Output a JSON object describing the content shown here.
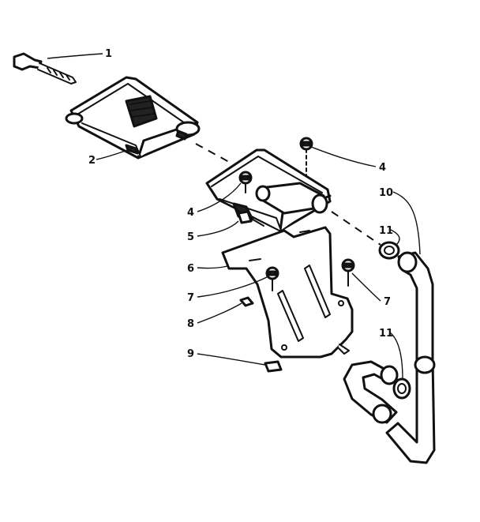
{
  "callouts": [
    {
      "id": "1",
      "label": "1"
    },
    {
      "id": "2",
      "label": "2"
    },
    {
      "id": "4a",
      "label": "4"
    },
    {
      "id": "4b",
      "label": "4"
    },
    {
      "id": "5",
      "label": "5"
    },
    {
      "id": "6",
      "label": "6"
    },
    {
      "id": "7a",
      "label": "7"
    },
    {
      "id": "7b",
      "label": "7"
    },
    {
      "id": "8",
      "label": "8"
    },
    {
      "id": "9",
      "label": "9"
    },
    {
      "id": "10",
      "label": "10"
    },
    {
      "id": "11a",
      "label": "11"
    },
    {
      "id": "11b",
      "label": "11"
    }
  ]
}
